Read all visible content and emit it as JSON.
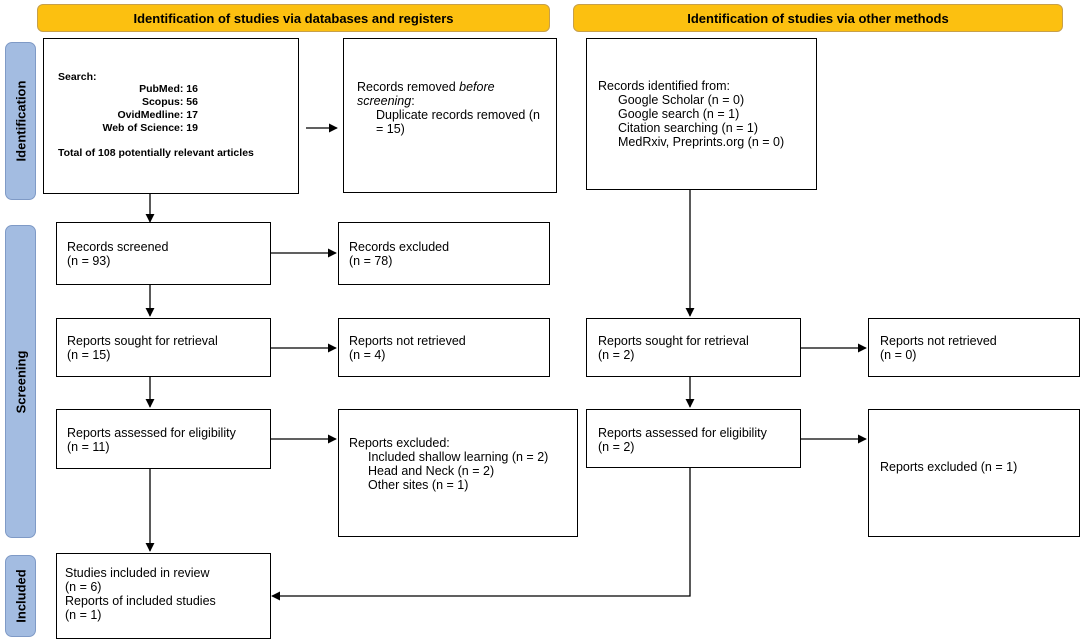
{
  "headers": {
    "left": "Identification of studies via databases and registers",
    "right": "Identification of studies via other methods"
  },
  "sides": {
    "identification": "Identification",
    "screening": "Screening",
    "included": "Included"
  },
  "search": {
    "heading": "Search:",
    "lines": [
      "PubMed: 16",
      "Scopus: 56",
      "OvidMedline: 17",
      "Web of Science: 19"
    ],
    "total": "Total of 108 potentially relevant articles"
  },
  "removed": {
    "line1": "Records removed ",
    "line1_italic": "before",
    "line2": "screening",
    "line2_rest": ":",
    "item1": "Duplicate records removed (n",
    "item2": "= 15)"
  },
  "other_identified": {
    "heading": "Records identified from:",
    "items": [
      "Google Scholar (n = 0)",
      "Google search (n = 1)",
      "Citation searching (n = 1)",
      "MedRxiv, Preprints.org (n = 0)"
    ]
  },
  "screened": {
    "label": "Records screened",
    "n": "(n = 93)"
  },
  "excluded": {
    "label": "Records excluded",
    "n": "(n = 78)"
  },
  "sought_left": {
    "label": "Reports sought for retrieval",
    "n": "(n = 15)"
  },
  "not_retrieved_left": {
    "label": "Reports not retrieved",
    "n": "(n = 4)"
  },
  "sought_right": {
    "label": "Reports sought for retrieval",
    "n": "(n = 2)"
  },
  "not_retrieved_right": {
    "label": "Reports not retrieved",
    "n": "(n = 0)"
  },
  "eligible_left": {
    "label": "Reports assessed for eligibility",
    "n": "(n = 11)"
  },
  "reports_excluded_left": {
    "label": "Reports excluded:",
    "items": [
      "Included shallow learning (n = 2)",
      "Head and Neck (n = 2)",
      "Other sites (n = 1)"
    ]
  },
  "eligible_right": {
    "label": "Reports assessed for eligibility",
    "n": "(n = 2)"
  },
  "reports_excluded_right": {
    "label": "Reports excluded (n = 1)"
  },
  "included": {
    "line1": "Studies included in review",
    "line2": "(n = 6)",
    "line3": "Reports of included studies",
    "line4": "(n = 1)"
  }
}
